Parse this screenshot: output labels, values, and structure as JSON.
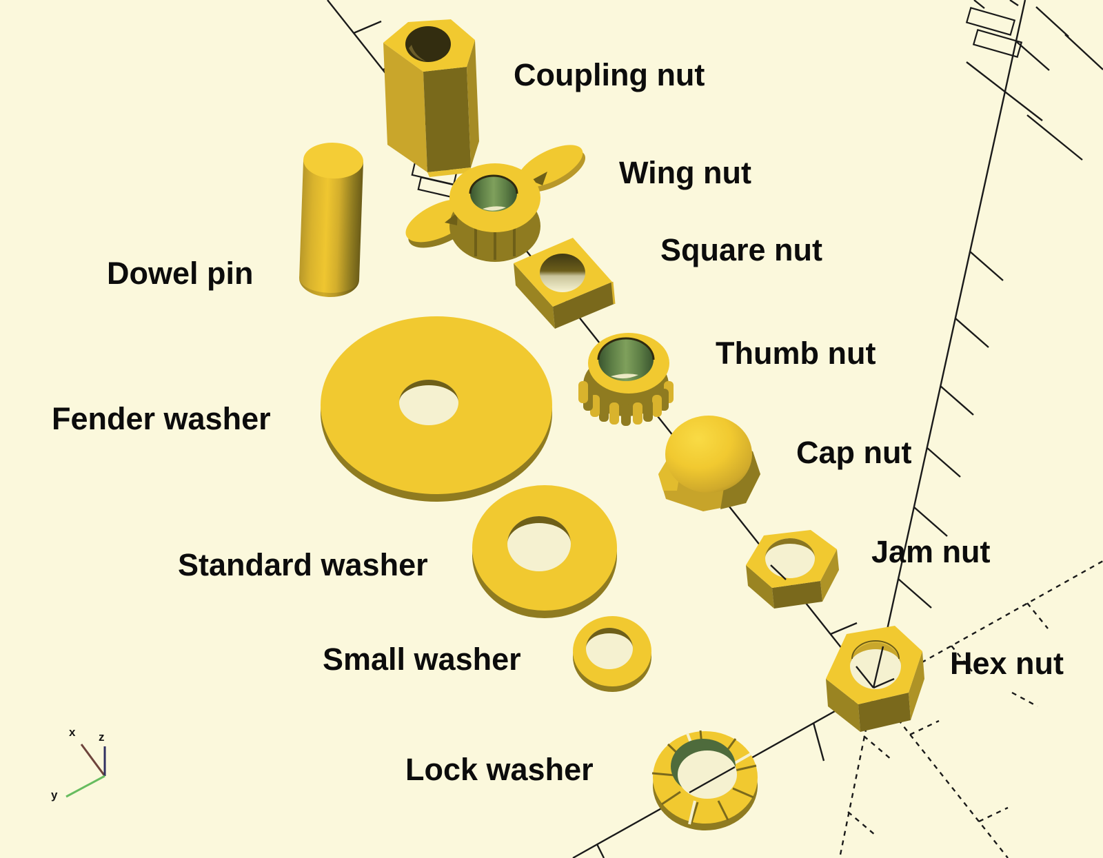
{
  "scene": {
    "description": "OpenSCAD-style 3D render of common fasteners with text labels",
    "colors": {
      "background": "#FBF8DC",
      "part_yellow": "#F1C930",
      "side_shade_dark": "#7A691C",
      "side_shade_mid": "#C7A42A",
      "under_rim": "#8F7B20",
      "bore_green": "#5E7F46",
      "hole_cream": "#F5F1D0",
      "wire_line": "#1A1A1A",
      "gizmo_x": "#6E443C",
      "gizmo_y": "#67BC5F",
      "gizmo_z": "#303060"
    }
  },
  "labels": {
    "coupling_nut": {
      "text": "Coupling nut"
    },
    "wing_nut": {
      "text": "Wing nut"
    },
    "square_nut": {
      "text": "Square nut"
    },
    "thumb_nut": {
      "text": "Thumb nut"
    },
    "cap_nut": {
      "text": "Cap nut"
    },
    "jam_nut": {
      "text": "Jam nut"
    },
    "hex_nut": {
      "text": "Hex nut"
    },
    "dowel_pin": {
      "text": "Dowel pin"
    },
    "fender_washer": {
      "text": "Fender washer"
    },
    "standard_washer": {
      "text": "Standard washer"
    },
    "small_washer": {
      "text": "Small washer"
    },
    "lock_washer": {
      "text": "Lock washer"
    }
  },
  "axis_gizmo": {
    "x_label": "x",
    "y_label": "y",
    "z_label": "z"
  }
}
